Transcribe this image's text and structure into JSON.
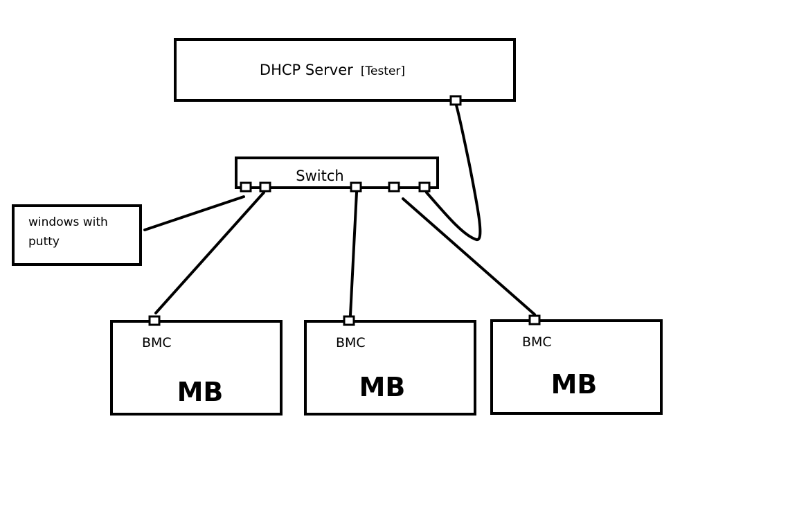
{
  "dhcp_server": {
    "label": "DHCP Server",
    "sublabel": "[Tester]"
  },
  "switch": {
    "label": "Switch"
  },
  "client": {
    "line1": "windows with",
    "line2": "putty"
  },
  "motherboards": [
    {
      "bmc_label": "BMC",
      "mb_label": "MB"
    },
    {
      "bmc_label": "BMC",
      "mb_label": "MB"
    },
    {
      "bmc_label": "BMC",
      "mb_label": "MB"
    }
  ]
}
